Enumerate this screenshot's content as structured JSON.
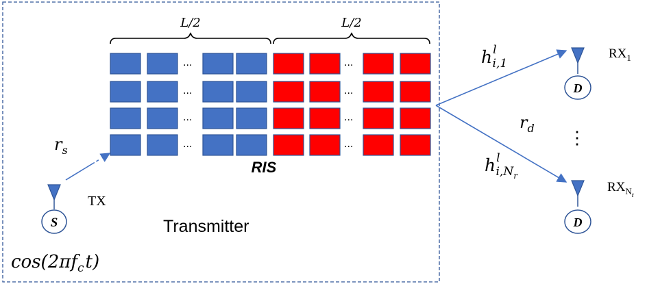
{
  "colors": {
    "blue": "#4472C4",
    "blue_edge": "#2F5597",
    "red": "#FF0000",
    "line": "#4472C4",
    "text": "#000000"
  },
  "ris": {
    "label": "RIS",
    "half_label_left": "L/2",
    "half_label_right": "L/2",
    "rows": 4,
    "ellipsis": "···"
  },
  "transmitter": {
    "label": "Transmitter",
    "tx_label": "TX",
    "source_symbol": "S",
    "carrier": "cos(2πf",
    "carrier_sub": "c",
    "carrier_end": "t)"
  },
  "link_tx_ris": {
    "label": "r",
    "label_sub": "s"
  },
  "receivers": {
    "dest_symbol": "D",
    "rx1_label": "RX",
    "rx1_sub": "1",
    "rxn_label": "RX",
    "rxn_sub": "N",
    "rxn_subsub": "r",
    "vertical_dots": "⋮",
    "distance_label": "r",
    "distance_sub": "d"
  },
  "channels": {
    "h1_base": "h",
    "h1_sup": "l",
    "h1_sub": "i,1",
    "hn_base": "h",
    "hn_sup": "l",
    "hn_sub": "i,N",
    "hn_subsub": "r"
  }
}
